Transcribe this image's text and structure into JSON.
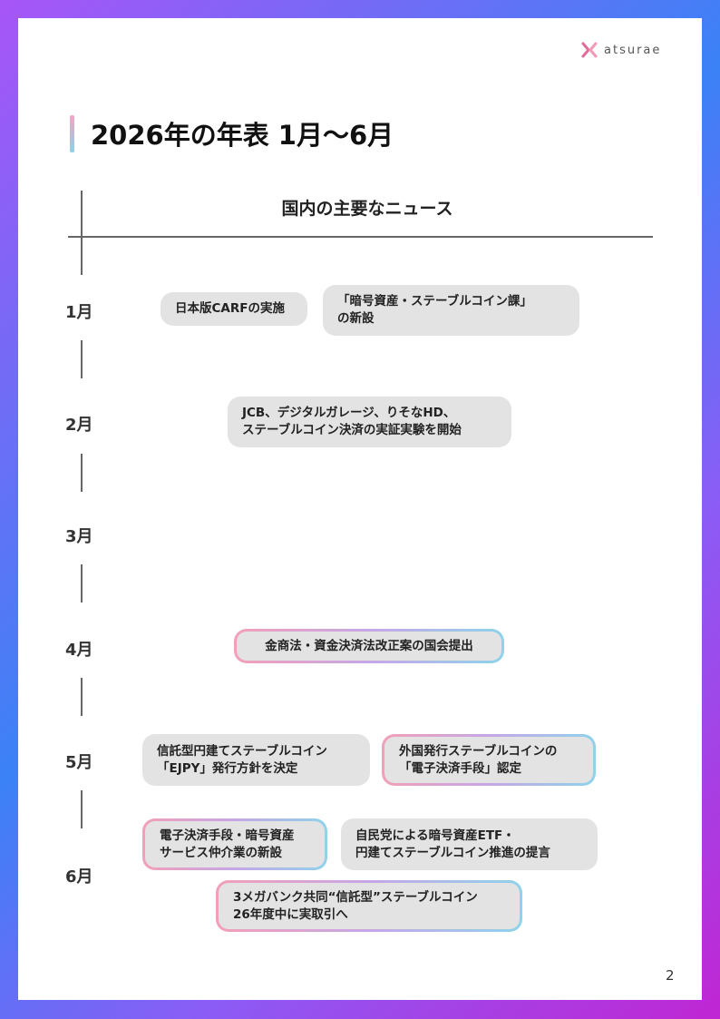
{
  "brand": {
    "logo_text": "atsurae"
  },
  "title": "2026年の年表  1月〜6月",
  "section_header": "国内の主要なニュース",
  "months": [
    "1月",
    "2月",
    "3月",
    "4月",
    "5月",
    "6月"
  ],
  "events": {
    "jan_1": "日本版CARFの実施",
    "jan_2": "「暗号資産・ステーブルコイン課」\nの新設",
    "feb_1": "JCB、デジタルガレージ、りそなHD、\nステーブルコイン決済の実証実験を開始",
    "apr_1": "金商法・資金決済法改正案の国会提出",
    "may_1": "信託型円建てステーブルコイン\n「EJPY」発行方針を決定",
    "may_2": "外国発行ステーブルコインの\n「電子決済手段」認定",
    "jun_1": "電子決済手段・暗号資産\nサービス仲介業の新設",
    "jun_2": "自民党による暗号資産ETF・\n円建てステーブルコイン推進の提言",
    "jun_3": "3メガバンク共同“信託型”ステーブルコイン\n26年度中に実取引へ"
  },
  "page_number": "2",
  "colors": {
    "accent_pink": "#f2a0b8",
    "accent_blue": "#8fd3ea",
    "box_fill": "#e3e3e3"
  }
}
